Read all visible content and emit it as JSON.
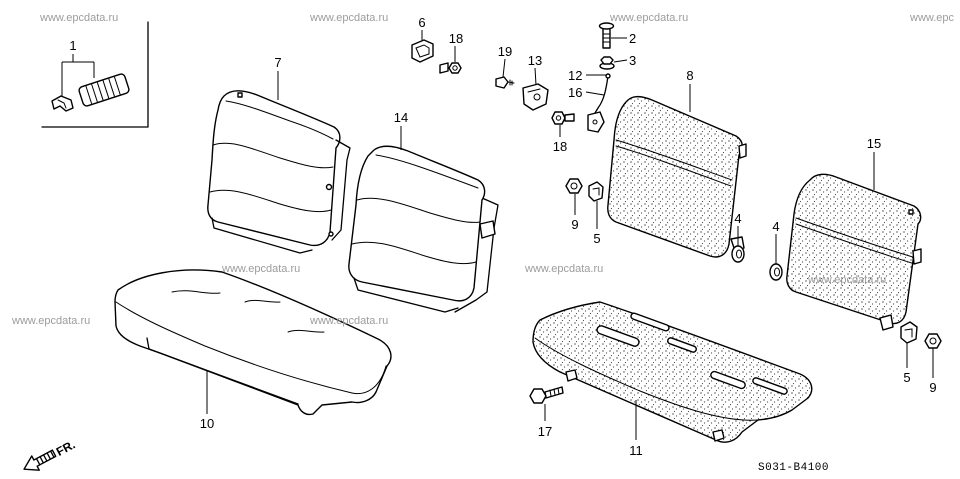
{
  "colors": {
    "ink": "#000000",
    "background": "#ffffff",
    "watermark": "#9c9c9c"
  },
  "watermarks": [
    "www.epcdata.ru",
    "www.epcdata.ru",
    "www.epcdata.ru",
    "www.epc",
    "www.epcdata.ru",
    "www.epcdata.ru",
    "www.epcdata.ru",
    "www.epcdata.ru",
    "www.epcdata.ru"
  ],
  "callouts": [
    "1",
    "6",
    "18",
    "19",
    "13",
    "2",
    "3",
    "12",
    "16",
    "7",
    "14",
    "8",
    "15",
    "18",
    "9",
    "5",
    "4",
    "4",
    "5",
    "9",
    "10",
    "11",
    "17"
  ],
  "direction_label": "FR.",
  "diagram_code": "S031-B4100"
}
